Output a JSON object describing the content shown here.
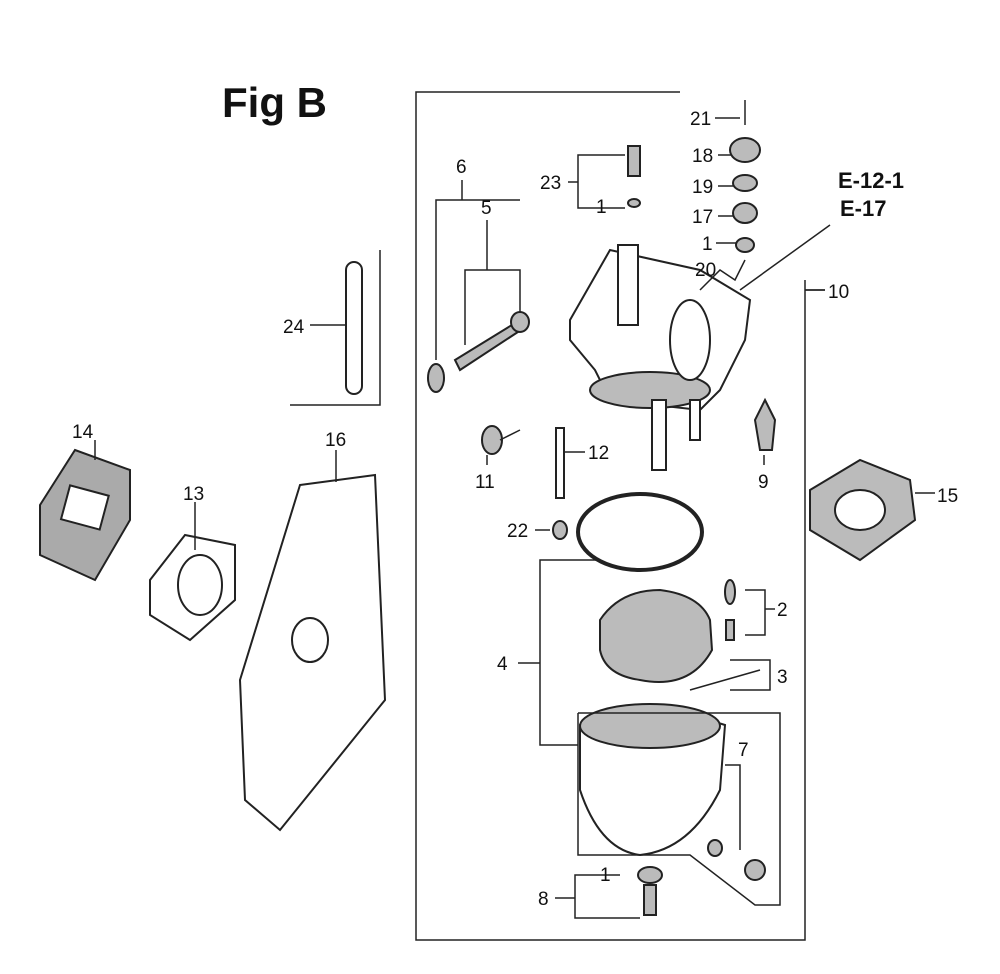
{
  "figure": {
    "title": "Fig B",
    "references": [
      "E-12-1",
      "E-17"
    ],
    "callouts": {
      "c21": "21",
      "c18": "18",
      "c19": "19",
      "c17": "17",
      "c1a": "1",
      "c20": "20",
      "c23": "23",
      "c1b": "1",
      "c6": "6",
      "c5": "5",
      "c24": "24",
      "c10": "10",
      "c14": "14",
      "c13": "13",
      "c16": "16",
      "c11": "11",
      "c12": "12",
      "c9": "9",
      "c15": "15",
      "c22": "22",
      "c2": "2",
      "c4": "4",
      "c3": "3",
      "c7": "7",
      "c1c": "1",
      "c8": "8"
    }
  }
}
